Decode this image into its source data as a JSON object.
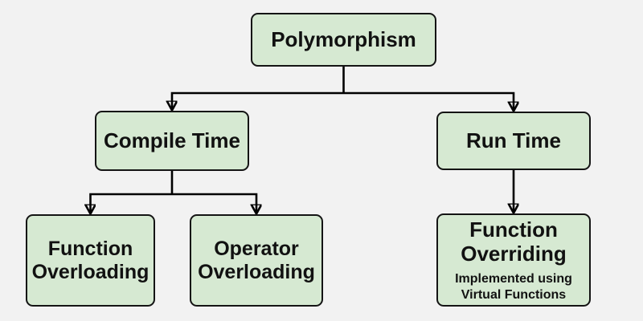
{
  "palette": {
    "background": "#f2f2f2",
    "node_fill": "#d6e9d2",
    "node_border": "#141414",
    "edge_color": "#000000",
    "text_color": "#111111"
  },
  "nodes": {
    "polymorphism": {
      "label": "Polymorphism"
    },
    "compile_time": {
      "label": "Compile Time"
    },
    "run_time": {
      "label": "Run Time"
    },
    "function_overloading": {
      "lines": [
        "Function",
        "Overloading"
      ]
    },
    "operator_overloading": {
      "lines": [
        "Operator",
        "Overloading"
      ]
    },
    "function_overriding": {
      "lines": [
        "Function",
        "Overriding"
      ],
      "note_lines": [
        "Implemented using",
        "Virtual Functions"
      ]
    }
  },
  "edges": [
    {
      "from": "polymorphism",
      "to": "compile_time"
    },
    {
      "from": "polymorphism",
      "to": "run_time"
    },
    {
      "from": "compile_time",
      "to": "function_overloading"
    },
    {
      "from": "compile_time",
      "to": "operator_overloading"
    },
    {
      "from": "run_time",
      "to": "function_overriding"
    }
  ]
}
